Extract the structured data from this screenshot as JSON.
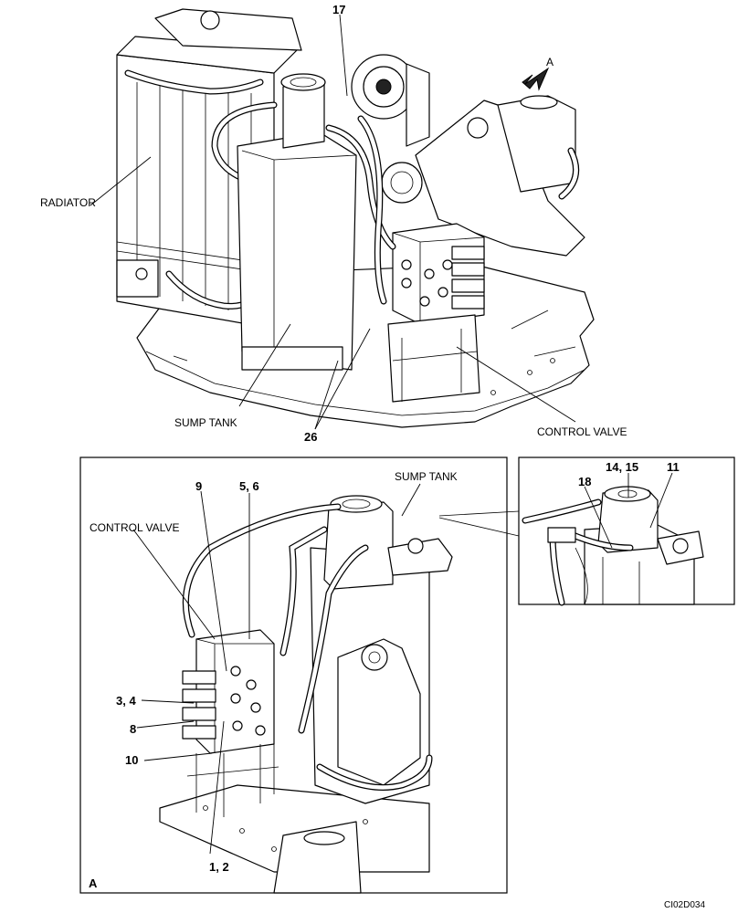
{
  "labels": {
    "radiator": "RADIATOR",
    "sump_tank_main": "SUMP TANK",
    "control_valve_main": "CONTROL VALVE",
    "sump_tank_detail": "SUMP TANK",
    "control_valve_detail": "CONTROL VALVE",
    "view_arrow": "A",
    "view_corner": "A",
    "figure_code": "CI02D034"
  },
  "callouts": {
    "c17": "17",
    "c26": "26",
    "c9": "9",
    "c56": "5, 6",
    "c34": "3, 4",
    "c8": "8",
    "c10": "10",
    "c12": "1, 2",
    "c18": "18",
    "c1415": "14, 15",
    "c11": "11"
  }
}
